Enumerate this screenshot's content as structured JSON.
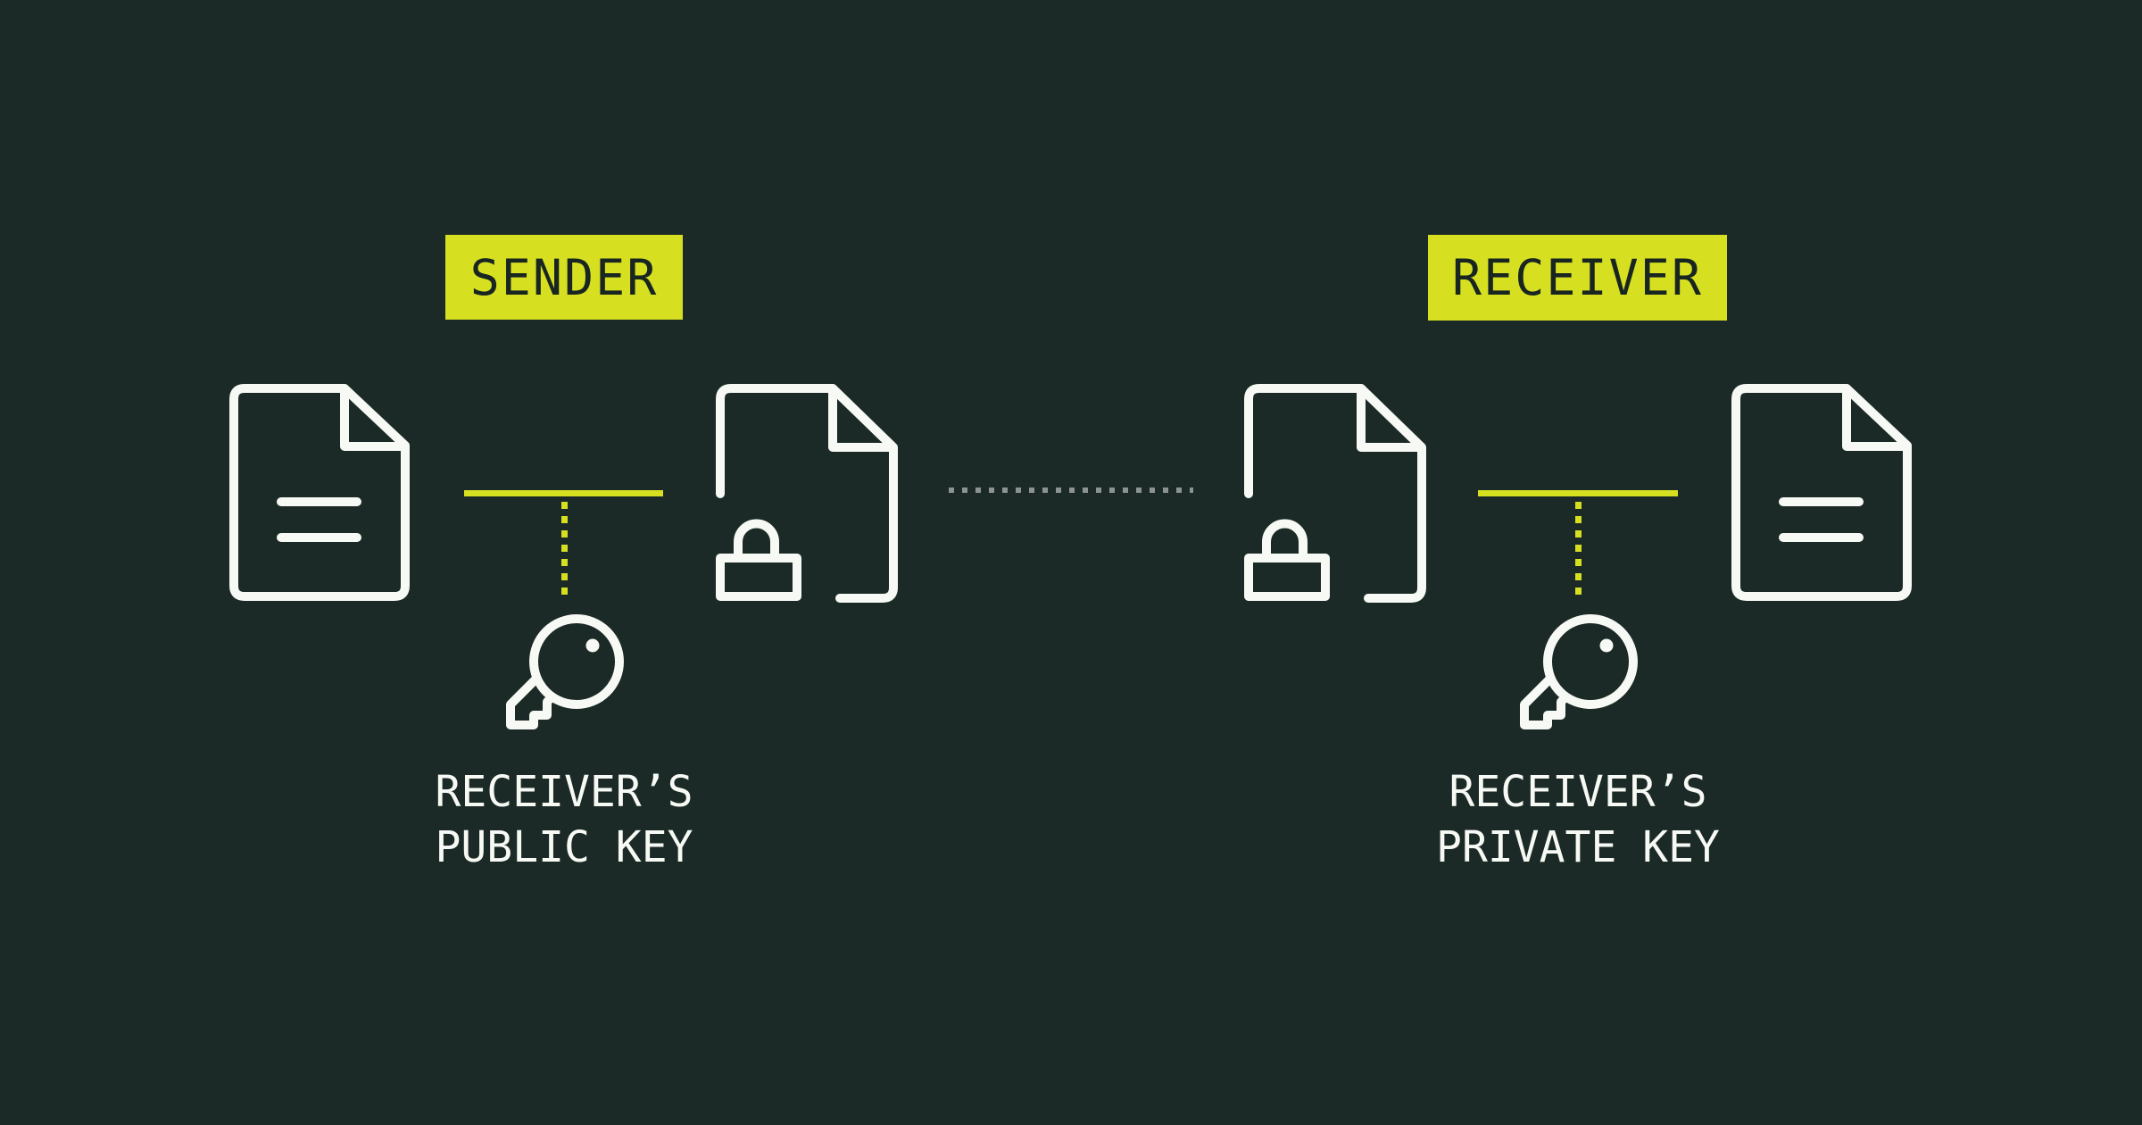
{
  "title": "Public key encryption diagram",
  "colors": {
    "background": "#1b2a26",
    "accent_yellow": "#d6e021",
    "stroke_white": "#f7f9f4",
    "dotted_gray": "#8b9490",
    "badge_text": "#182521"
  },
  "sender_side": {
    "badge_label": "SENDER",
    "key_label_line1": "RECEIVER’S",
    "key_label_line2": "PUBLIC KEY"
  },
  "receiver_side": {
    "badge_label": "RECEIVER",
    "key_label_line1": "RECEIVER’S",
    "key_label_line2": "PRIVATE KEY"
  },
  "icons": {
    "left_document": "plain-document",
    "left_encrypted_document": "locked-document",
    "right_encrypted_document": "locked-document",
    "right_document": "plain-document",
    "left_key": "key",
    "right_key": "key"
  }
}
